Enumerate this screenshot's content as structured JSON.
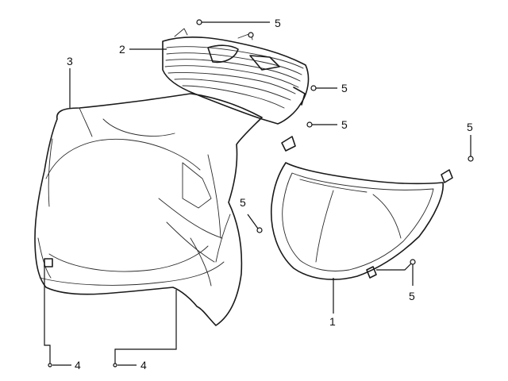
{
  "callouts": {
    "c1": "1",
    "c2": "2",
    "c3": "3",
    "c4a": "4",
    "c4b": "4",
    "c5a": "5",
    "c5b": "5",
    "c5c": "5",
    "c5d": "5",
    "c5e": "5",
    "c5f": "5"
  },
  "colors": {
    "line": "#1a1a1a",
    "background": "#ffffff"
  }
}
